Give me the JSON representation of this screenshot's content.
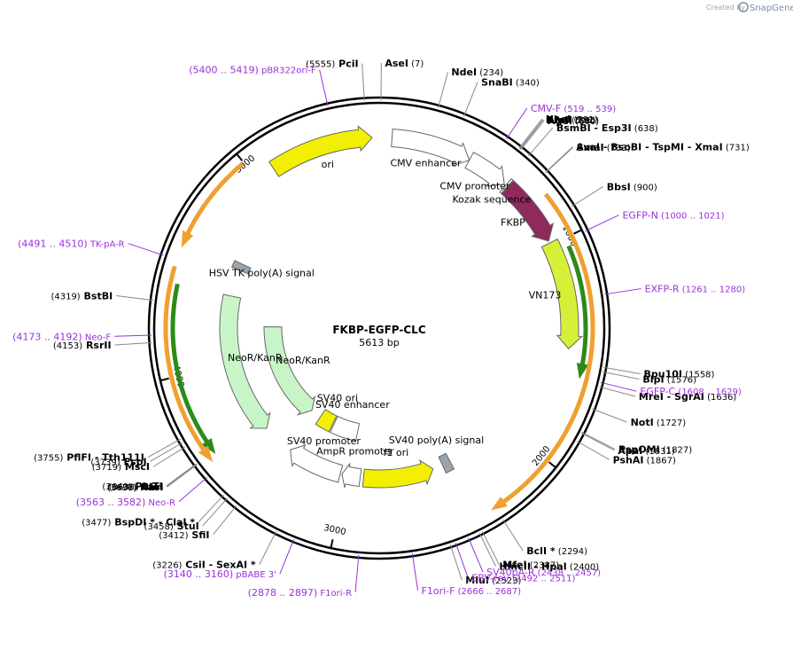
{
  "credit": {
    "prefix": "Created by",
    "brand": "SnapGene"
  },
  "plasmid": {
    "name": "FKBP-EGFP-CLC",
    "length_label": "5613 bp",
    "length": 5613
  },
  "ticks": [
    {
      "pos": 1000,
      "label": "1000"
    },
    {
      "pos": 2000,
      "label": "2000"
    },
    {
      "pos": 3000,
      "label": "3000"
    },
    {
      "pos": 4000,
      "label": "4000"
    },
    {
      "pos": 5000,
      "label": "5000"
    }
  ],
  "sites": [
    {
      "name": "PciI",
      "pos": "(5555)",
      "at": 5555,
      "side": "left"
    },
    {
      "name": "AseI",
      "pos": "(7)",
      "at": 7,
      "side": "right"
    },
    {
      "name": "NdeI",
      "pos": "(234)",
      "at": 234,
      "side": "right"
    },
    {
      "name": "SnaBI",
      "pos": "(340)",
      "at": 340,
      "side": "right"
    },
    {
      "name": "NheI",
      "pos": "(591)",
      "at": 591,
      "side": "right"
    },
    {
      "name": "BmtI",
      "pos": "(595)",
      "at": 595,
      "side": "right"
    },
    {
      "name": "AfeI",
      "pos": "(596)",
      "at": 596,
      "side": "right"
    },
    {
      "name": "AgeI",
      "pos": "(600)",
      "at": 600,
      "side": "right"
    },
    {
      "name": "BsmBI  - Esp3I",
      "pos": "(638)",
      "at": 638,
      "side": "right"
    },
    {
      "name": "AvaI  - BsoBI  - TspMI  - XmaI",
      "pos": "(731)",
      "at": 731,
      "side": "right"
    },
    {
      "name": "SmaI",
      "pos": "(733)",
      "at": 733,
      "side": "right"
    },
    {
      "name": "BbsI",
      "pos": "(900)",
      "at": 900,
      "side": "right"
    },
    {
      "name": "Bpu10I",
      "pos": "(1558)",
      "at": 1558,
      "side": "right"
    },
    {
      "name": "BlpI",
      "pos": "(1576)",
      "at": 1576,
      "side": "right"
    },
    {
      "name": "MreI  - SgrAI",
      "pos": "(1636)",
      "at": 1636,
      "side": "right"
    },
    {
      "name": "NotI",
      "pos": "(1727)",
      "at": 1727,
      "side": "right"
    },
    {
      "name": "PspOMI",
      "pos": "(1827)",
      "at": 1827,
      "side": "right"
    },
    {
      "name": "ApaI",
      "pos": "(1831)",
      "at": 1831,
      "side": "right"
    },
    {
      "name": "PshAI",
      "pos": "(1867)",
      "at": 1867,
      "side": "right"
    },
    {
      "name": "BclI *",
      "pos": "(2294)",
      "at": 2294,
      "side": "right"
    },
    {
      "name": "MfeI",
      "pos": "(2387)",
      "at": 2387,
      "side": "right"
    },
    {
      "name": "HincII  - HpaI",
      "pos": "(2400)",
      "at": 2400,
      "side": "right"
    },
    {
      "name": "MluI",
      "pos": "(2523)",
      "at": 2523,
      "side": "right"
    },
    {
      "name": "CsiI  - SexAI *",
      "pos": "(3226)",
      "at": 3226,
      "side": "left"
    },
    {
      "name": "SfiI",
      "pos": "(3412)",
      "at": 3412,
      "side": "left"
    },
    {
      "name": "StuI",
      "pos": "(3458)",
      "at": 3458,
      "side": "left"
    },
    {
      "name": "BspDI *  - ClaI *",
      "pos": "(3477)",
      "at": 3477,
      "side": "left"
    },
    {
      "name": "KasI",
      "pos": "(3636)",
      "at": 3636,
      "side": "left"
    },
    {
      "name": "NarI",
      "pos": "(3637)",
      "at": 3637,
      "side": "left"
    },
    {
      "name": "SfoI",
      "pos": "(3638)",
      "at": 3638,
      "side": "left"
    },
    {
      "name": "PluTI",
      "pos": "(3640)",
      "at": 3640,
      "side": "left"
    },
    {
      "name": "MscI",
      "pos": "(3719)",
      "at": 3719,
      "side": "left"
    },
    {
      "name": "FspI",
      "pos": "(3739)",
      "at": 3739,
      "side": "left"
    },
    {
      "name": "PflFI  - Tth111I",
      "pos": "(3755)",
      "at": 3755,
      "side": "left"
    },
    {
      "name": "RsrII",
      "pos": "(4153)",
      "at": 4153,
      "side": "left"
    },
    {
      "name": "BstBI",
      "pos": "(4319)",
      "at": 4319,
      "side": "left"
    }
  ],
  "primers": [
    {
      "name": "pBR322ori-F",
      "range": "(5400 .. 5419)",
      "at": 5410,
      "side": "left"
    },
    {
      "name": "CMV-F",
      "range": "(519 .. 539)",
      "at": 529,
      "side": "right"
    },
    {
      "name": "EGFP-N",
      "range": "(1000 .. 1021)",
      "at": 1010,
      "side": "right"
    },
    {
      "name": "EXFP-R",
      "range": "(1261 .. 1280)",
      "at": 1270,
      "side": "right"
    },
    {
      "name": "EGFP-C",
      "range": "(1608 .. 1629)",
      "at": 1618,
      "side": "right"
    },
    {
      "name": "SV40pA-R",
      "range": "(2438 .. 2457)",
      "at": 2447,
      "side": "right"
    },
    {
      "name": "EBV-rev",
      "range": "(2492 .. 2511)",
      "at": 2501,
      "side": "right"
    },
    {
      "name": "F1ori-F",
      "range": "(2666 .. 2687)",
      "at": 2676,
      "side": "right"
    },
    {
      "name": "F1ori-R",
      "range": "(2878 .. 2897)",
      "at": 2887,
      "side": "left"
    },
    {
      "name": "pBABE 3'",
      "range": "(3140 .. 3160)",
      "at": 3150,
      "side": "left"
    },
    {
      "name": "Neo-R",
      "range": "(3563 .. 3582)",
      "at": 3572,
      "side": "left"
    },
    {
      "name": "Neo-F",
      "range": "(4173 .. 4192)",
      "at": 4182,
      "side": "left"
    },
    {
      "name": "TK-pA-R",
      "range": "(4491 .. 4510)",
      "at": 4500,
      "side": "left"
    }
  ],
  "features": [
    {
      "name": "CMV enhancer",
      "start": 60,
      "end": 440,
      "track": "mid",
      "color": "#ffffff",
      "direction": "cw"
    },
    {
      "name": "CMV promoter",
      "start": 440,
      "end": 640,
      "track": "mid",
      "color": "#ffffff",
      "direction": "cw"
    },
    {
      "name": "FKBP",
      "start": 660,
      "end": 980,
      "track": "mid",
      "color": "#8e2a5c",
      "direction": "cw"
    },
    {
      "name": "VN173",
      "start": 990,
      "end": 1500,
      "track": "mid",
      "color": "#d6f03a",
      "direction": "cw"
    },
    {
      "name": "ori",
      "start": 5090,
      "end": 5580,
      "track": "mid",
      "color": "#f2ef00",
      "direction": "cw"
    },
    {
      "name": "f1 ori",
      "start": 2480,
      "end": 2900,
      "track": "inner",
      "color": "#f2ef00",
      "direction": "ccw"
    },
    {
      "name": "AmpR promoter",
      "start": 2920,
      "end": 3030,
      "track": "inner",
      "color": "#ffffff",
      "direction": "cw"
    },
    {
      "name": "SV40 promoter",
      "start": 3040,
      "end": 3370,
      "track": "inner",
      "color": "#ffffff",
      "direction": "cw"
    },
    {
      "name": "SV40 ori",
      "start": 3210,
      "end": 3330,
      "track": "deep",
      "color": "#f2ef00",
      "direction": "none"
    },
    {
      "name": "SV40 enhancer",
      "start": 2990,
      "end": 3200,
      "track": "deep",
      "color": "#ffffff",
      "direction": "none"
    },
    {
      "name": "NeoR/KanR",
      "start": 3420,
      "end": 4220,
      "track": "deep",
      "color": "#c8f5c8",
      "direction": "ccw"
    },
    {
      "name": "NeoR/KanR",
      "start": 3560,
      "end": 4400,
      "track": "inner",
      "color": "#c8f5c8",
      "direction": "ccw"
    },
    {
      "name": "HSV TK poly(A) signal",
      "start": 4560,
      "end": 4600,
      "track": "inner",
      "color": "#9aa4ad",
      "direction": "none"
    },
    {
      "name": "SV40 poly(A) signal",
      "start": 2370,
      "end": 2420,
      "track": "inner",
      "color": "#9aa4ad",
      "direction": "none"
    },
    {
      "name": "Kozak sequence",
      "start": 648,
      "end": 658,
      "track": "mid",
      "color": "#ffffff",
      "direction": "none"
    }
  ],
  "orfs": [
    {
      "start": 1040,
      "end": 1620,
      "color": "#2d8a1a",
      "direction": "cw"
    },
    {
      "start": 800,
      "end": 2310,
      "color": "#f0a030",
      "direction": "cw"
    },
    {
      "start": 3630,
      "end": 4400,
      "color": "#2d8a1a",
      "direction": "ccw"
    },
    {
      "start": 3610,
      "end": 4470,
      "color": "#f0a030",
      "direction": "ccw"
    },
    {
      "start": 4560,
      "end": 4990,
      "color": "#f0a030",
      "direction": "ccw"
    }
  ]
}
